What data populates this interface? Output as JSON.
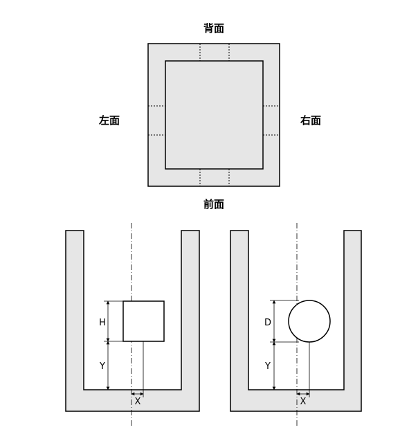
{
  "top_view": {
    "label_back": "背面",
    "label_front": "前面",
    "label_left": "左面",
    "label_right": "右面"
  },
  "rect_panel": {
    "dim_height": "H",
    "dim_offset_y": "Y",
    "dim_offset_x": "X"
  },
  "circle_panel": {
    "dim_diameter": "D",
    "dim_offset_y": "Y",
    "dim_offset_x": "X"
  },
  "colors": {
    "fill": "#e6e6e6",
    "stroke": "#000000"
  }
}
